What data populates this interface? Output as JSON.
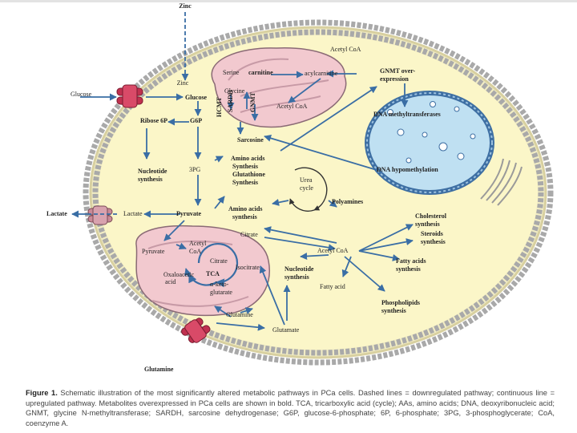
{
  "diagram": {
    "labels": {
      "zinc_top": "Zinc",
      "zinc_inner": "Zinc",
      "glucose_out": "Glucose",
      "glucose_in": "Glucose",
      "lactate_out": "Lactate",
      "lactate_in": "Lactate",
      "glutamine_out": "Glutamine",
      "glutamine_in": "Glutamine",
      "glutamate": "Glutamate",
      "acetylcoa_mito_top": "Acetyl CoA",
      "serine": "Serine",
      "carnitine": "carnitine",
      "acylcarnitine": "acylcarnitine",
      "glycine": "Glycine",
      "hcmt": "HCMT",
      "sardh": "SARDH",
      "gnmt_vert": "GNMT",
      "acetylcoa_mid": "Acetyl CoA",
      "gnmt_over_1": "GNMT over-",
      "gnmt_over_2": "expression",
      "dna_methyl": "DNA methyltransferases",
      "dna_hypo": "DNA hypomethylation",
      "ribose6p": "Ribose 6P",
      "g6p": "G6P",
      "sarcosine": "Sarcosine",
      "nucleotide_1": "Nucleotide",
      "nucleotide_2": "synthesis",
      "threepg": "3PG",
      "aa_syn_1": "Amino acids",
      "aa_syn_2": "Synthesis",
      "aa_syn_3": "Glutathione",
      "aa_syn_4": "Synthesis",
      "urea_1": "Urea",
      "urea_2": "cycle",
      "polyamines": "Polyamines",
      "pyruvate_cyt": "Pyruvate",
      "aa_synthesis_1": "Amino acids",
      "aa_synthesis_2": "synthesis",
      "cholesterol_1": "Cholesterol",
      "cholesterol_2": "synthesis",
      "steroids_1": "Steroids",
      "steroids_2": "synthesis",
      "citrate_cyt": "Citrate",
      "acetylcoa_cyt": "Acetyl CoA",
      "fatty_syn_1": "Fatty acids",
      "fatty_syn_2": "synthesis",
      "pyruvate_mito": "Pyruvate",
      "acetyl_m_1": "Acetyl",
      "acetyl_m_2": "CoA",
      "citrate_mito": "Citrate",
      "tca": "TCA",
      "isocitrate": "Isocitrate",
      "oxaloacetic_1": "Oxaloacetic",
      "oxaloacetic_2": "acid",
      "akg_1": "α-keto-",
      "akg_2": "glutarate",
      "nucl2_1": "Nucleotide",
      "nucl2_2": "synthesis",
      "fatty_acid": "Fatty acid",
      "phospho_1": "Phospholipids",
      "phospho_2": "synthesis"
    },
    "colors": {
      "cell": "#fbf6c8",
      "membrane_head": "#a9a9a9",
      "mitochondria": "#f2c9cf",
      "nucleus": "#bfe0f2",
      "nucleus_ring": "#3e6fa3",
      "arrow": "#3a6ea5",
      "transporter": "#c0304f"
    }
  },
  "caption": {
    "figure": "Figure 1.",
    "text": "Schematic illustration of the most significantly altered metabolic pathways in PCa cells. Dashed lines = downregulated pathway; continuous line = upregulated pathway. Metabolites overexpressed in PCa cells are shown in bold. TCA, tricarboxylic acid (cycle); AAs, amino acids; DNA, deoxyribonucleic acid; GNMT, glycine N-methyltransferase; SARDH, sarcosine dehydrogenase; G6P, glucose-6-phosphate; 6P, 6-phosphate; 3PG, 3-phosphoglycerate; CoA, coenzyme A."
  }
}
